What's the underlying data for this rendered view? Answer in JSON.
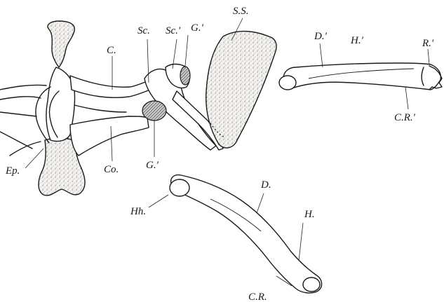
{
  "labels": {
    "C": "C.",
    "Sc": "Sc.",
    "Sc_prime": "Sc.'",
    "G_prime_top": "G.'",
    "SS": "S.S.",
    "D_prime": "D.'",
    "H_prime": "H.'",
    "R_prime": "R.'",
    "CR_prime": "C.R.'",
    "Co": "Co.",
    "G_prime_bottom": "G.'",
    "Ep": "Ep.",
    "D": "D.",
    "H": "H.",
    "Hh": "Hh.",
    "CR": "C.R."
  }
}
